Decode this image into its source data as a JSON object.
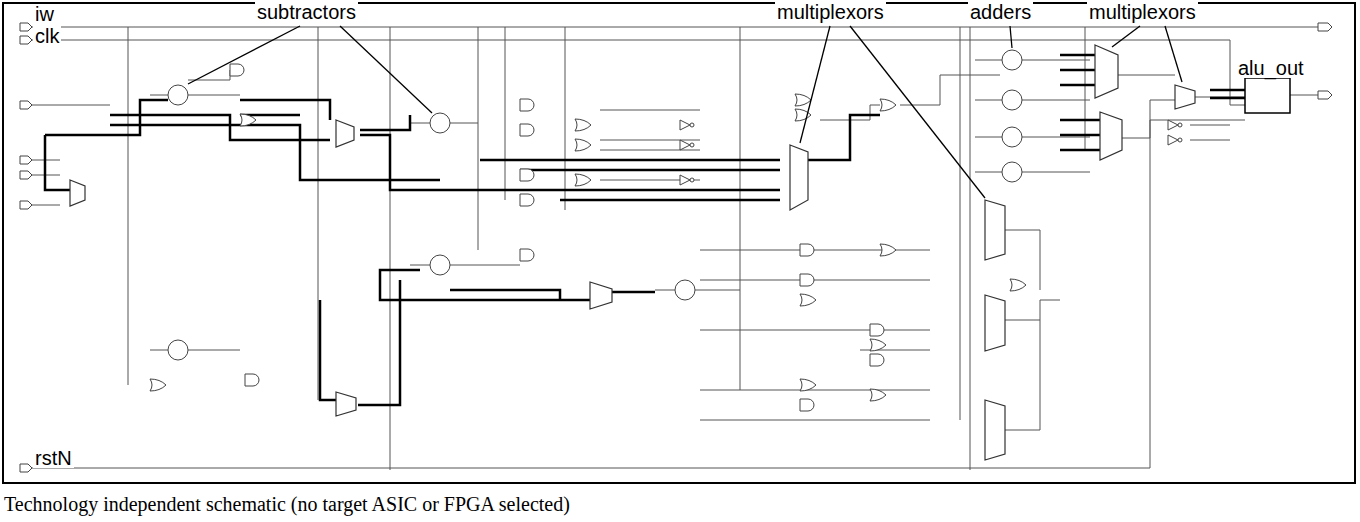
{
  "diagram": {
    "caption": "Technology independent schematic (no target ASIC or FPGA selected)",
    "labels": [
      "iw",
      "clk",
      "subtractors",
      "multiplexors",
      "adders",
      "multiplexors",
      "alu_out",
      "rstN"
    ]
  }
}
